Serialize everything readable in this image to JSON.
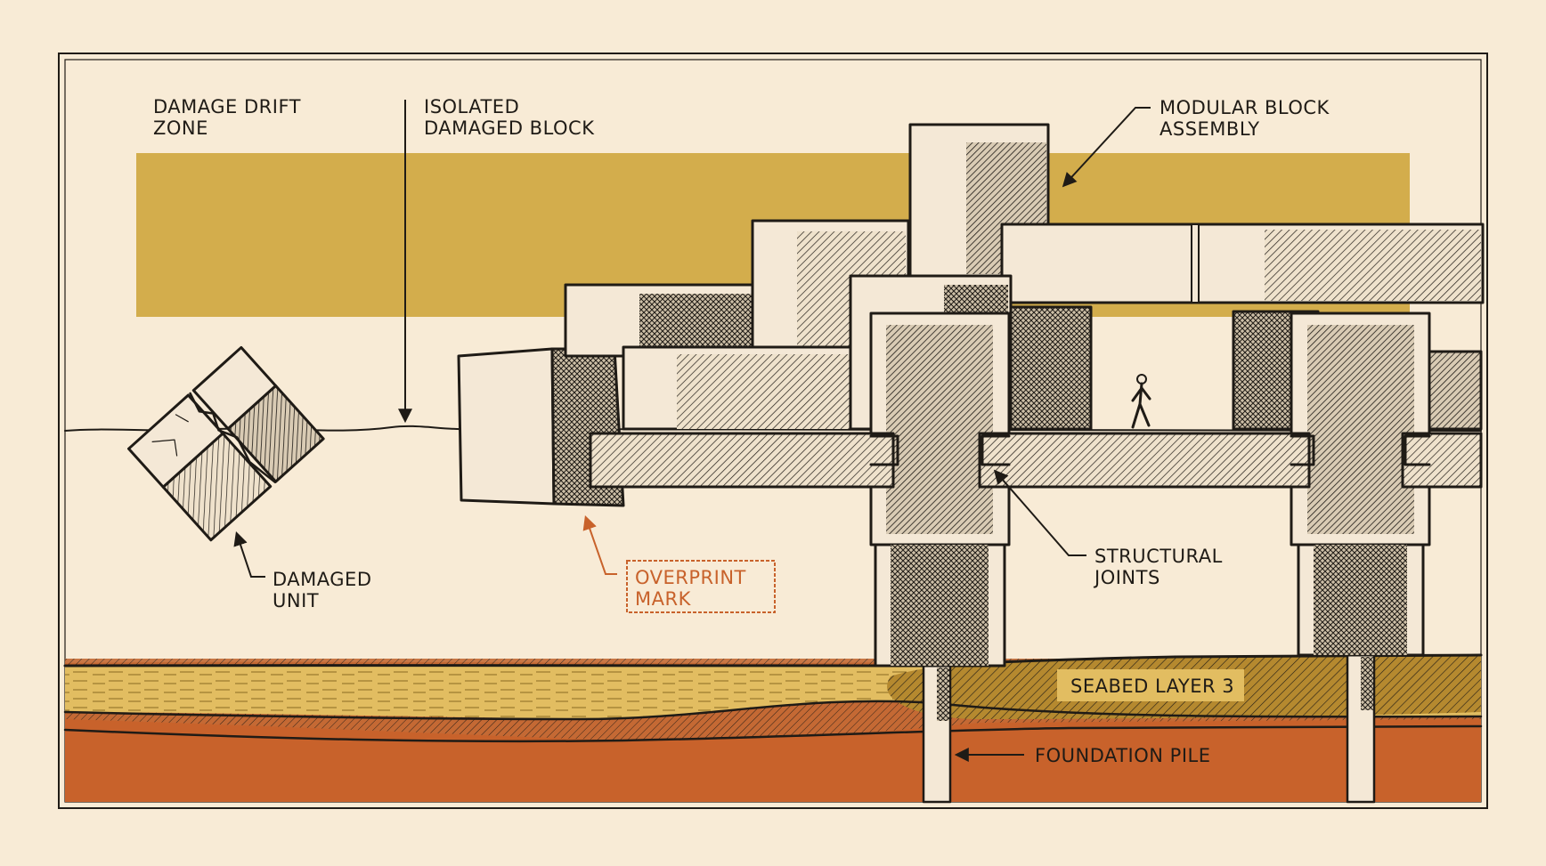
{
  "colors": {
    "paper": "#f8ebd6",
    "ink": "#1f1b16",
    "drift_zone": "#d3ad4c",
    "seabed_upper": "#e2bd61",
    "seabed_mid": "#b5892f",
    "seabed_lower": "#c8622b",
    "overprint": "#c8622b",
    "block_face": "#f4e8d6"
  },
  "labels": {
    "damage_drift_zone": {
      "line1": "DAMAGE DRIFT",
      "line2": "ZONE"
    },
    "isolated_damaged_block": {
      "line1": "ISOLATED",
      "line2": "DAMAGED BLOCK"
    },
    "modular_block_assembly": {
      "line1": "MODULAR BLOCK",
      "line2": "ASSEMBLY"
    },
    "damaged_unit": {
      "line1": "DAMAGED",
      "line2": "UNIT"
    },
    "overprint_mark": {
      "line1": "OVERPRINT",
      "line2": "MARK"
    },
    "structural_joints": {
      "line1": "STRUCTURAL",
      "line2": "JOINTS"
    },
    "seabed_layer": "SEABED LAYER 3",
    "foundation_pile": "FOUNDATION PILE"
  },
  "icons": {
    "person": "walking-person-icon",
    "arrow": "arrow-icon"
  }
}
